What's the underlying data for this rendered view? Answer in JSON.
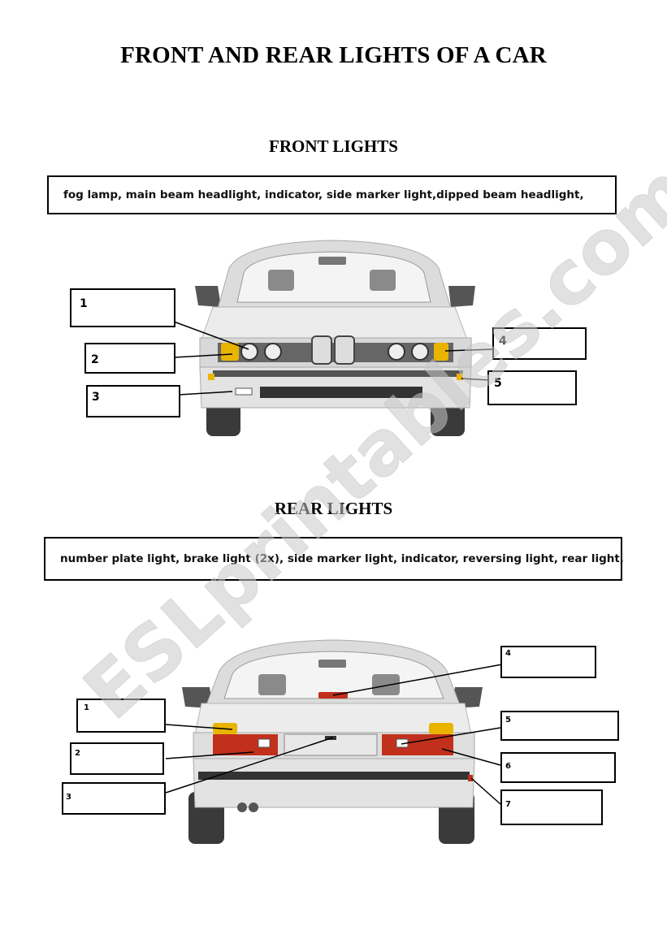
{
  "title": "FRONT AND REAR LIGHTS OF A CAR",
  "front": {
    "heading": "FRONT LIGHTS",
    "word_bank": "fog lamp, main beam headlight, indicator, side marker light,dipped beam headlight,",
    "labels": [
      "1",
      "2",
      "3",
      "4",
      "5"
    ]
  },
  "rear": {
    "heading": "REAR LIGHTS",
    "word_bank": "number plate light, brake light (2x), side marker light, indicator, reversing light, rear light,",
    "labels": [
      "1",
      "2",
      "3",
      "4",
      "5",
      "6",
      "7"
    ]
  },
  "watermark": "ESLprintables.com",
  "colors": {
    "indicator_amber": "#e8b400",
    "tail_red": "#c0301c",
    "car_body": "#e9e9e9",
    "watermark": "#d6d6d6"
  }
}
